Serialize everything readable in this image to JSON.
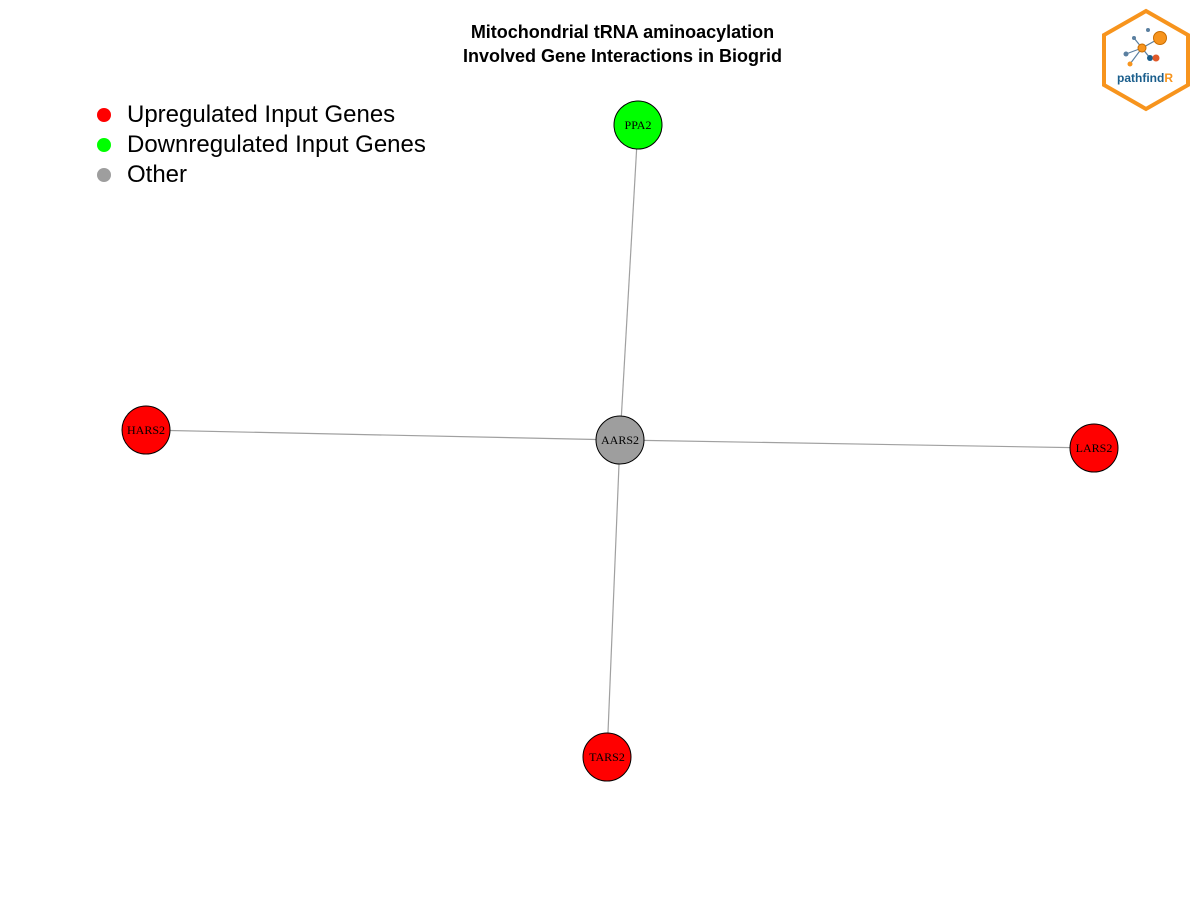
{
  "title": {
    "line1": "Mitochondrial tRNA aminoacylation",
    "line2": "Involved Gene Interactions in Biogrid"
  },
  "legend": [
    {
      "label": "Upregulated Input Genes",
      "color": "#ff0000"
    },
    {
      "label": "Downregulated Input Genes",
      "color": "#00ff00"
    },
    {
      "label": "Other",
      "color": "#9e9e9e"
    }
  ],
  "nodes": [
    {
      "id": "PPA2",
      "label": "PPA2",
      "status": "downregulated",
      "color": "#00ff00"
    },
    {
      "id": "HARS2",
      "label": "HARS2",
      "status": "upregulated",
      "color": "#ff0000"
    },
    {
      "id": "AARS2",
      "label": "AARS2",
      "status": "other",
      "color": "#9e9e9e"
    },
    {
      "id": "LARS2",
      "label": "LARS2",
      "status": "upregulated",
      "color": "#ff0000"
    },
    {
      "id": "TARS2",
      "label": "TARS2",
      "status": "upregulated",
      "color": "#ff0000"
    }
  ],
  "edges": [
    {
      "source": "AARS2",
      "target": "PPA2"
    },
    {
      "source": "AARS2",
      "target": "HARS2"
    },
    {
      "source": "AARS2",
      "target": "LARS2"
    },
    {
      "source": "AARS2",
      "target": "TARS2"
    }
  ],
  "logo": {
    "text_main": "pathfind",
    "text_accent": "R",
    "border_color": "#f7941d",
    "text_color": "#1a5e8c"
  }
}
